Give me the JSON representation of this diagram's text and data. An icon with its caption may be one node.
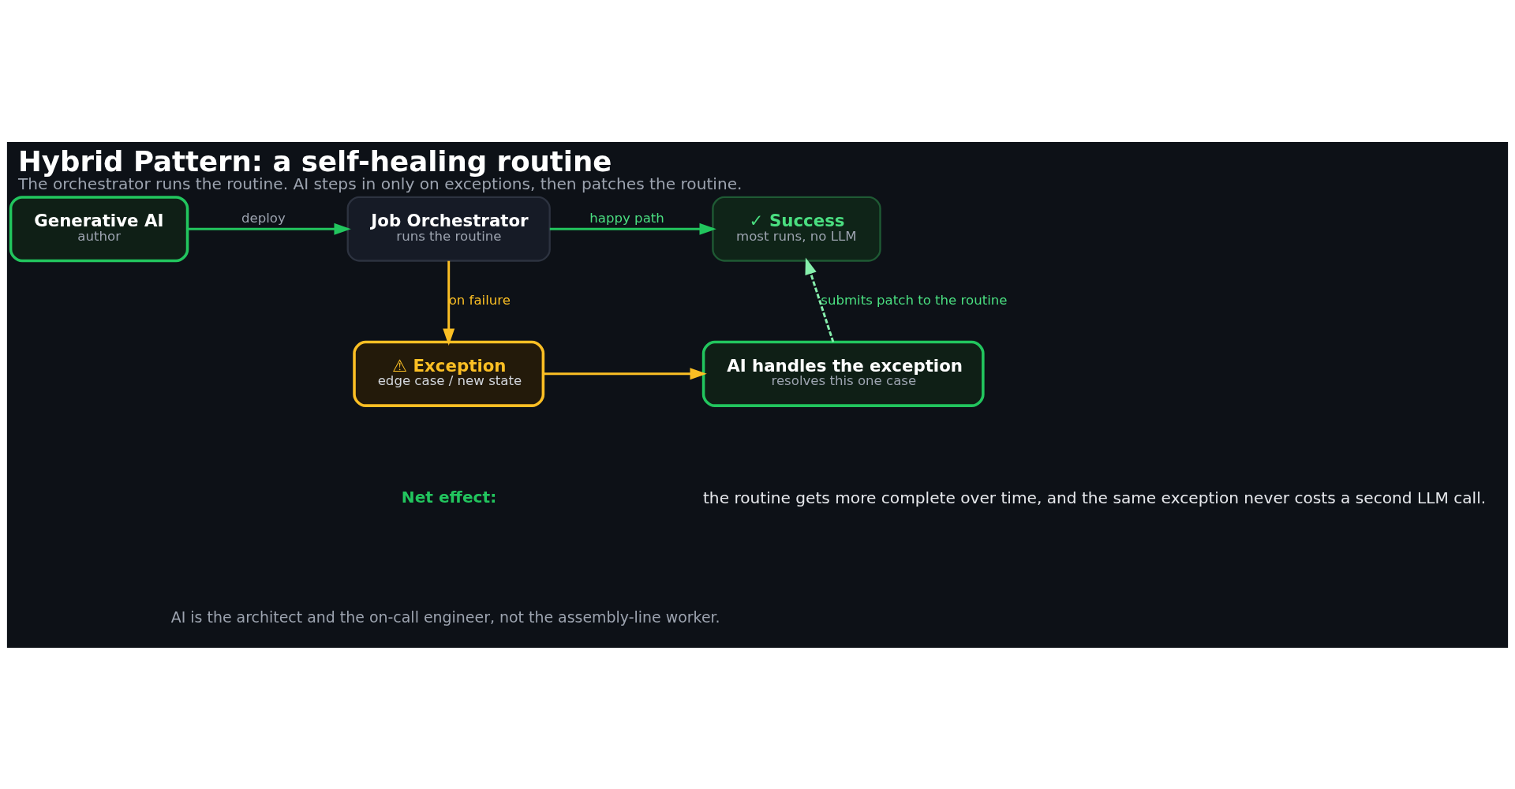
{
  "diagram": {
    "title": "Hybrid Pattern: a self-healing routine",
    "caption": "The orchestrator runs the routine. AI steps in only on exceptions, then patches the routine.",
    "nodes": [
      {
        "text": [
          "Generative AI",
          "author"
        ]
      },
      {
        "text": [
          "Job Orchestrator",
          "runs the routine"
        ]
      },
      {
        "text": [
          "✓ Success",
          "most runs, no LLM"
        ]
      },
      {
        "text": [
          "⚠ Exception",
          "edge case / new state"
        ]
      },
      {
        "text": [
          "AI handles the exception",
          "resolves this one case"
        ]
      }
    ],
    "edges": [
      {
        "from": 0,
        "to": 1,
        "arrow": "to",
        "label": "deploy",
        "color": "#22c55e"
      },
      {
        "from": 1,
        "to": 2,
        "arrow": "to",
        "label": "happy path",
        "color": "#22c55e"
      },
      {
        "from": 1,
        "to": 3,
        "arrow": "to",
        "label": "on failure",
        "color": "#fbbf24"
      },
      {
        "from": 3,
        "to": 4,
        "arrow": "to",
        "color": "#fbbf24"
      },
      {
        "from": 4,
        "to": 2,
        "arrow": "to",
        "label": "submits patch to the routine",
        "style": "dashed",
        "color": "#86efac"
      }
    ],
    "labels": [
      "Net effect:",
      "the routine gets more complete over time, and the same exception never costs a second LLM call.",
      "AI is the architect and the on-call engineer, not the assembly-line worker."
    ]
  }
}
